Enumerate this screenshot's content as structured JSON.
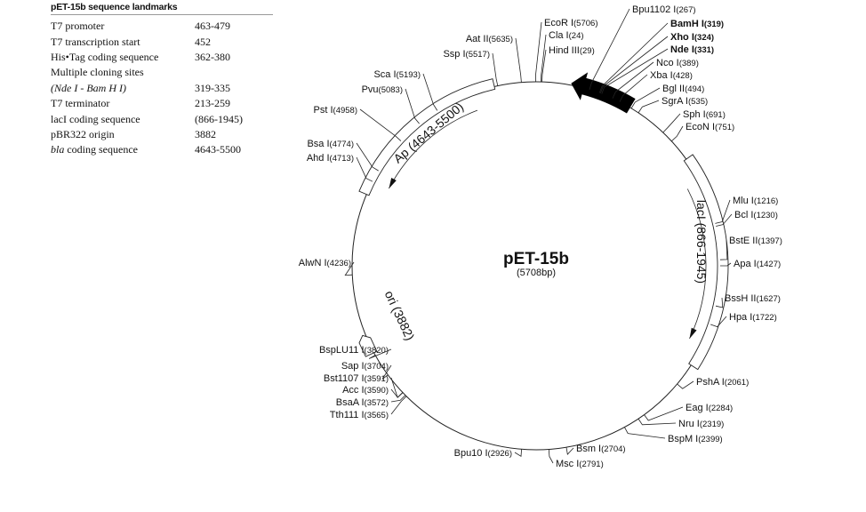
{
  "landmarks": {
    "title": "pET-15b sequence landmarks",
    "rows": [
      {
        "label": "T7 promoter",
        "value": "463-479"
      },
      {
        "label": "T7 transcription start",
        "value": "452"
      },
      {
        "label": "His•Tag coding sequence",
        "value": "362-380"
      },
      {
        "label": "Multiple cloning sites",
        "value": ""
      },
      {
        "label": "(Nde I - Bam H I)",
        "value": "319-335",
        "italic": true
      },
      {
        "label": "T7 terminator",
        "value": "213-259"
      },
      {
        "label": "lacI coding sequence",
        "value": "(866-1945)"
      },
      {
        "label": "pBR322 origin",
        "value": "3882"
      },
      {
        "label": "bla coding sequence",
        "value": "4643-5500",
        "italic_first": true
      }
    ]
  },
  "plasmid": {
    "name": "pET-15b",
    "size": "(5708bp)"
  },
  "features": [
    {
      "label": "Ap (4643-5500)"
    },
    {
      "label": "lacI (866-1945)"
    },
    {
      "label": "ori (3882)"
    }
  ],
  "sites": [
    {
      "name": "EcoR I",
      "pos": "(5706)"
    },
    {
      "name": "Cla I",
      "pos": "(24)"
    },
    {
      "name": "Hind III",
      "pos": "(29)"
    },
    {
      "name": "Bpu1102 I",
      "pos": "(267)"
    },
    {
      "name": "BamH I",
      "pos": "(319)",
      "bold": true
    },
    {
      "name": "Xho I",
      "pos": "(324)",
      "bold": true
    },
    {
      "name": "Nde I",
      "pos": "(331)",
      "bold": true
    },
    {
      "name": "Nco I",
      "pos": "(389)"
    },
    {
      "name": "Xba I",
      "pos": "(428)"
    },
    {
      "name": "Bgl II",
      "pos": "(494)"
    },
    {
      "name": "SgrA I",
      "pos": "(535)"
    },
    {
      "name": "Sph I",
      "pos": "(691)"
    },
    {
      "name": "EcoN I",
      "pos": "(751)"
    },
    {
      "name": "Mlu I",
      "pos": "(1216)"
    },
    {
      "name": "Bcl I",
      "pos": "(1230)"
    },
    {
      "name": "BstE II",
      "pos": "(1397)"
    },
    {
      "name": "Apa I",
      "pos": "(1427)"
    },
    {
      "name": "BssH II",
      "pos": "(1627)"
    },
    {
      "name": "Hpa I",
      "pos": "(1722)"
    },
    {
      "name": "PshA I",
      "pos": "(2061)"
    },
    {
      "name": "Eag I",
      "pos": "(2284)"
    },
    {
      "name": "Nru I",
      "pos": "(2319)"
    },
    {
      "name": "BspM I",
      "pos": "(2399)"
    },
    {
      "name": "Bsm I",
      "pos": "(2704)"
    },
    {
      "name": "Msc I",
      "pos": "(2791)"
    },
    {
      "name": "Bpu10 I",
      "pos": "(2926)"
    },
    {
      "name": "Tth111 I",
      "pos": "(3565)"
    },
    {
      "name": "BsaA I",
      "pos": "(3572)"
    },
    {
      "name": "Acc I",
      "pos": "(3590)"
    },
    {
      "name": "Bst1107 I",
      "pos": "(3591)"
    },
    {
      "name": "Sap I",
      "pos": "(3704)"
    },
    {
      "name": "BspLU11 I",
      "pos": "(3820)"
    },
    {
      "name": "AlwN I",
      "pos": "(4236)"
    },
    {
      "name": "Ahd I",
      "pos": "(4713)"
    },
    {
      "name": "Bsa I",
      "pos": "(4774)"
    },
    {
      "name": "Pst I",
      "pos": "(4958)"
    },
    {
      "name": "Pvu",
      "pos": "(5083)"
    },
    {
      "name": "Sca I",
      "pos": "(5193)"
    },
    {
      "name": "Ssp I",
      "pos": "(5517)"
    },
    {
      "name": "Aat II",
      "pos": "(5635)"
    }
  ]
}
